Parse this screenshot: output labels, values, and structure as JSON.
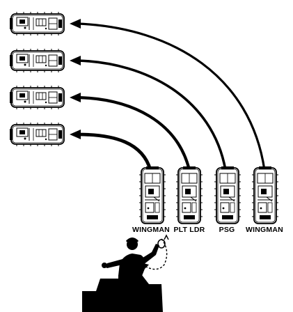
{
  "diagram": {
    "type": "formation-change",
    "colors": {
      "ink": "#000000",
      "paper": "#ffffff"
    },
    "start_vehicles": [
      {
        "id": "wingman-left",
        "label": "WINGMAN"
      },
      {
        "id": "plt-ldr",
        "label": "PLT LDR"
      },
      {
        "id": "psg",
        "label": "PSG"
      },
      {
        "id": "wingman-right",
        "label": "WINGMAN"
      }
    ],
    "end_vehicles": [
      {
        "id": "column-1"
      },
      {
        "id": "column-2"
      },
      {
        "id": "column-3"
      },
      {
        "id": "column-4"
      }
    ],
    "arrows": [
      {
        "from": "wingman-right",
        "to": "column-1"
      },
      {
        "from": "psg",
        "to": "column-2"
      },
      {
        "from": "plt-ldr",
        "to": "column-3"
      },
      {
        "from": "wingman-left",
        "to": "column-4"
      }
    ],
    "signal_figure": {
      "icon": "arm-signal-soldier-icon"
    }
  }
}
